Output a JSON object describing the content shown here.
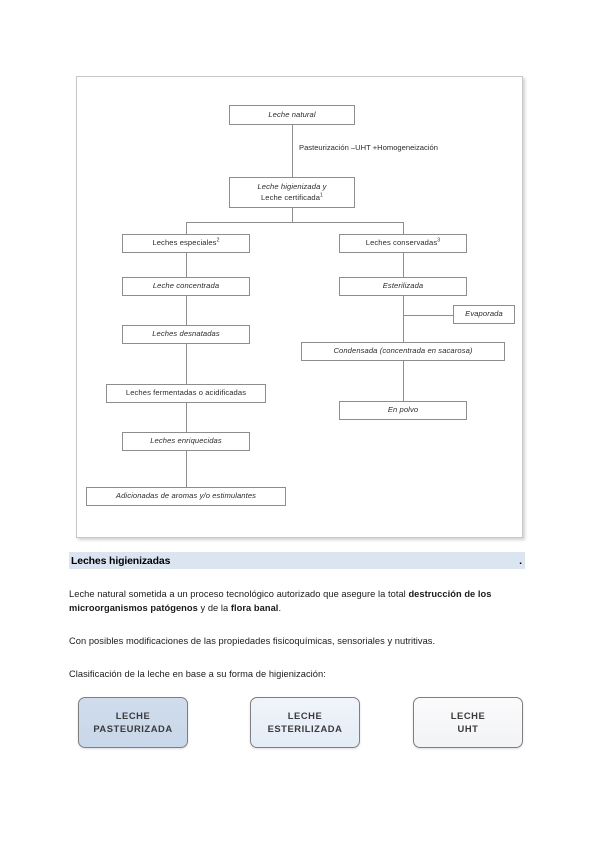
{
  "diagram": {
    "nodes": [
      {
        "id": "leche-natural",
        "label": "Leche natural",
        "style": "italic"
      },
      {
        "id": "leche-higienizada",
        "label": "Leche higienizada y",
        "label2": "Leche certificada",
        "sup2": "1",
        "style": "italic"
      },
      {
        "id": "leches-especiales",
        "label": "Leches especiales",
        "sup": "2",
        "style": "normal"
      },
      {
        "id": "leches-conservadas",
        "label": "Leches conservadas",
        "sup": "3",
        "style": "normal"
      },
      {
        "id": "leche-concentrada",
        "label": "Leche concentrada",
        "style": "italic"
      },
      {
        "id": "esterilizada",
        "label": "Esterilizada",
        "style": "italic"
      },
      {
        "id": "evaporada",
        "label": "Evaporada",
        "style": "italic"
      },
      {
        "id": "leches-desnatadas",
        "label": "Leches desnatadas",
        "style": "italic"
      },
      {
        "id": "condensada",
        "label": "Condensada (concentrada en sacarosa)",
        "style": "italic"
      },
      {
        "id": "leches-fermentadas",
        "label": "Leches fermentadas o acidificadas",
        "style": "normal"
      },
      {
        "id": "en-polvo",
        "label": "En polvo",
        "style": "italic"
      },
      {
        "id": "leches-enriquecidas",
        "label": "Leches enriquecidas",
        "style": "italic"
      },
      {
        "id": "adicionadas",
        "label": "Adicionadas de aromas y/o estimulantes",
        "style": "italic"
      }
    ],
    "edge_label": "Pasteurización –UHT +Homogeneización"
  },
  "content": {
    "heading": "Leches higienizadas",
    "heading_trailing": ".",
    "paragraph1": {
      "run1": "Leche natural sometida a un proceso tecnológico autorizado que asegure la total ",
      "bold1": "destrucción de los microorganismos patógenos",
      "run2": " y de la ",
      "bold2": "flora banal",
      "run3": "."
    },
    "paragraph2": "Con posibles modificaciones de las propiedades fisicoquímicas, sensoriales y nutritivas.",
    "paragraph3": "Clasificación de la leche en base a su forma de higienización:"
  },
  "cards": [
    {
      "id": "pasteurizada",
      "line1": "LECHE",
      "line2": "PASTEURIZADA",
      "color": "#cfdcec"
    },
    {
      "id": "esterilizada",
      "line1": "LECHE",
      "line2": "ESTERILIZADA",
      "color": "#eaf1f9"
    },
    {
      "id": "uht",
      "line1": "LECHE",
      "line2": "UHT",
      "color": "#f7f8fa"
    }
  ]
}
